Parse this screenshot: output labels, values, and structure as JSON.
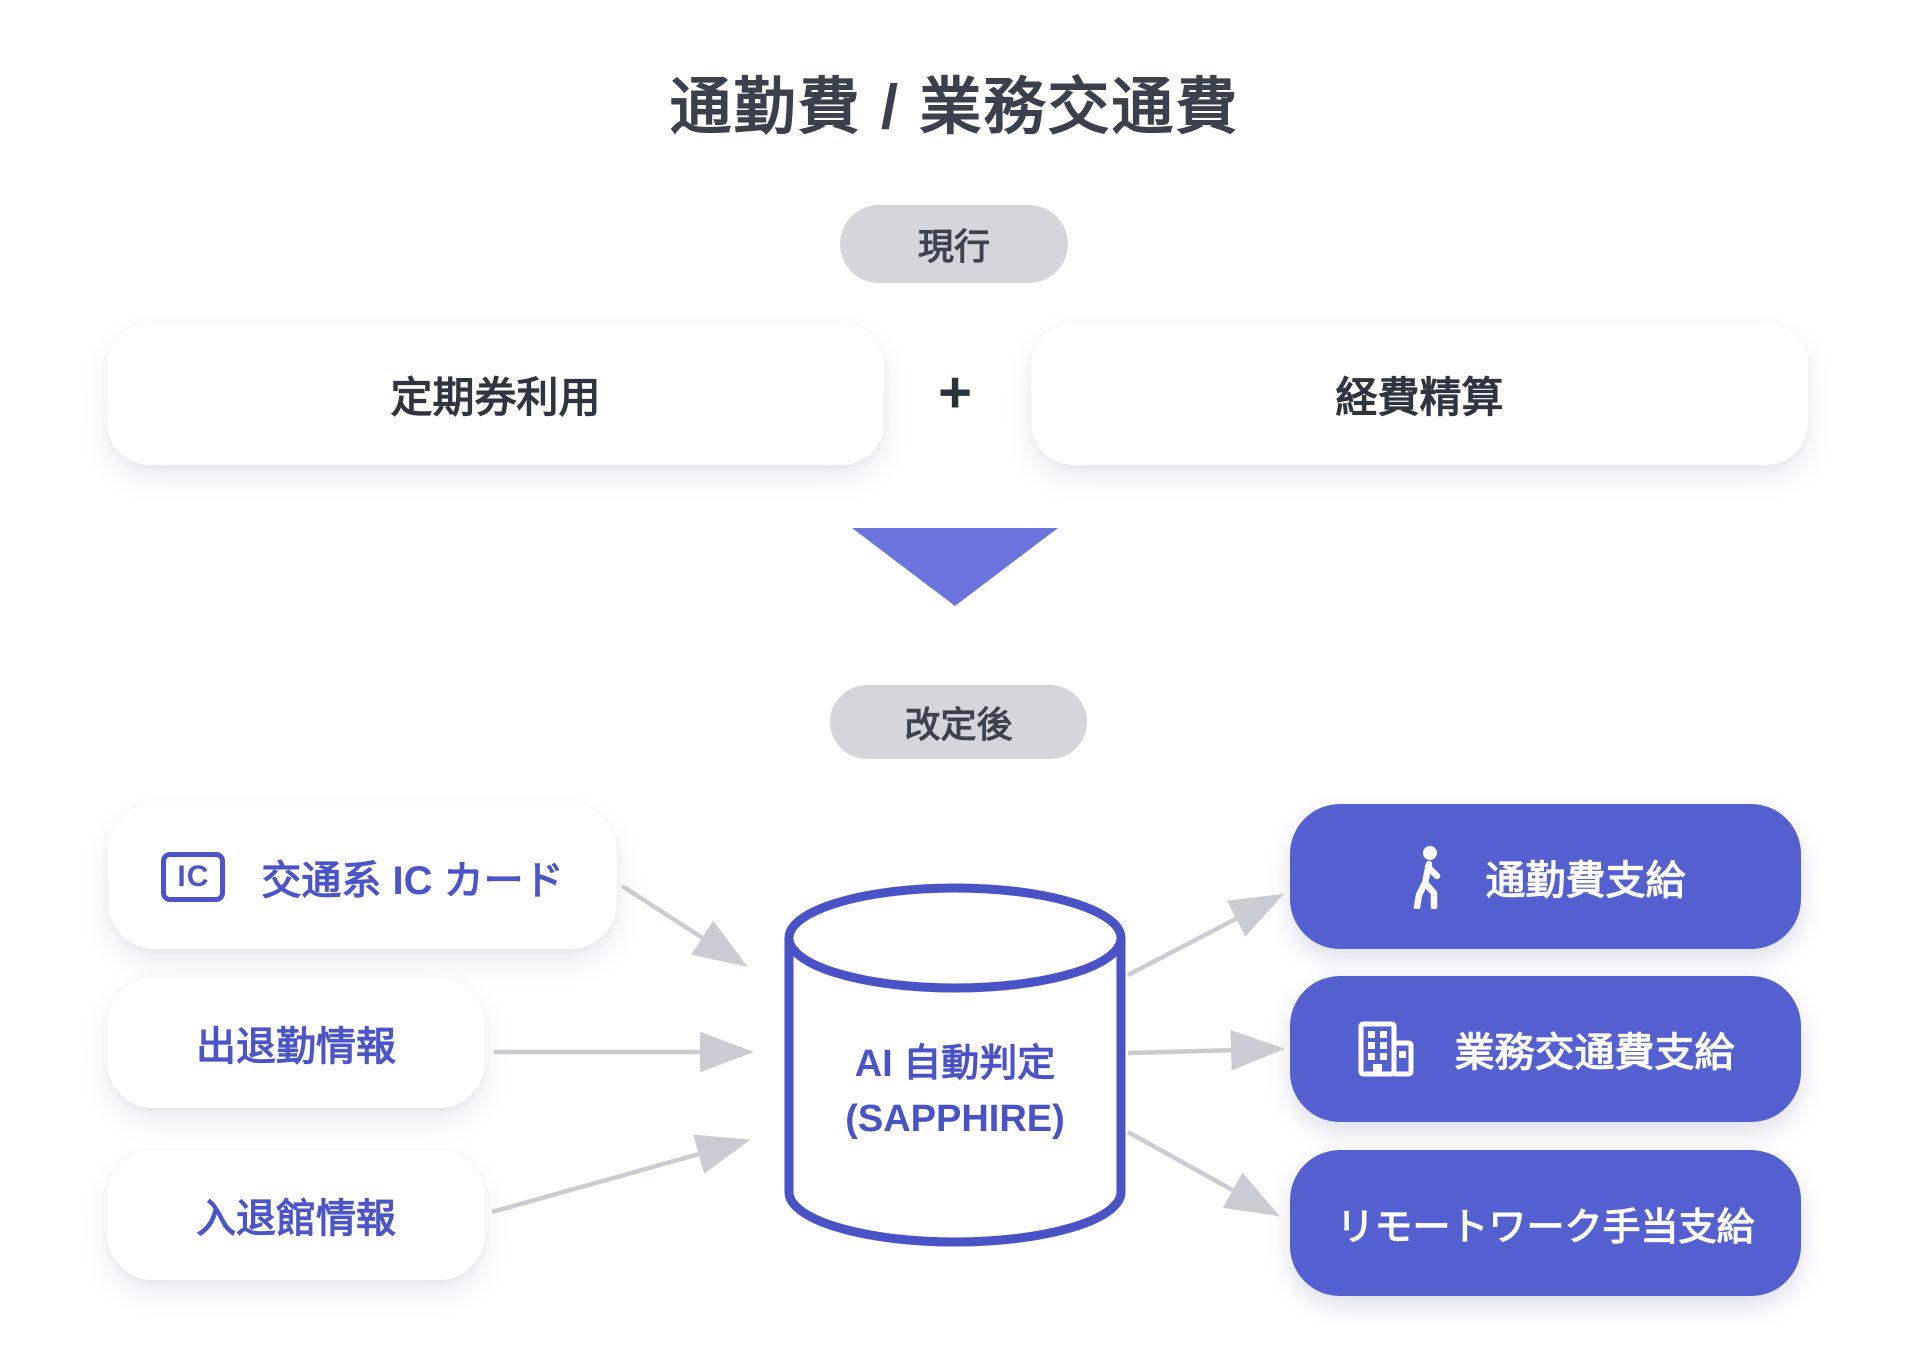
{
  "diagram": {
    "title": "通勤費 / 業務交通費",
    "colors": {
      "indigo_box": "#5560d0",
      "indigo_line": "#4a53c6",
      "indigo_text": "#4c55c8",
      "triangle": "#6b74dd",
      "pill_bg": "#d4d6db",
      "dark_text": "#3a414d",
      "arrow_gray": "#c9ccd2",
      "box_bg": "#ffffff"
    },
    "current": {
      "badge": "現行",
      "left_box": "定期券利用",
      "operator": "+",
      "right_box": "経費精算"
    },
    "revised": {
      "badge": "改定後",
      "inputs": [
        {
          "label": "交通系 IC カード",
          "icon": "ic-card-icon",
          "icon_text": "IC"
        },
        {
          "label": "出退勤情報"
        },
        {
          "label": "入退館情報"
        }
      ],
      "engine": {
        "line1": "AI 自動判定",
        "line2": "(SAPPHIRE)",
        "icon": "database-cylinder-icon"
      },
      "outputs": [
        {
          "label": "通勤費支給",
          "icon": "walk-icon"
        },
        {
          "label": "業務交通費支給",
          "icon": "building-icon"
        },
        {
          "label": "リモートワーク手当支給"
        }
      ]
    }
  }
}
